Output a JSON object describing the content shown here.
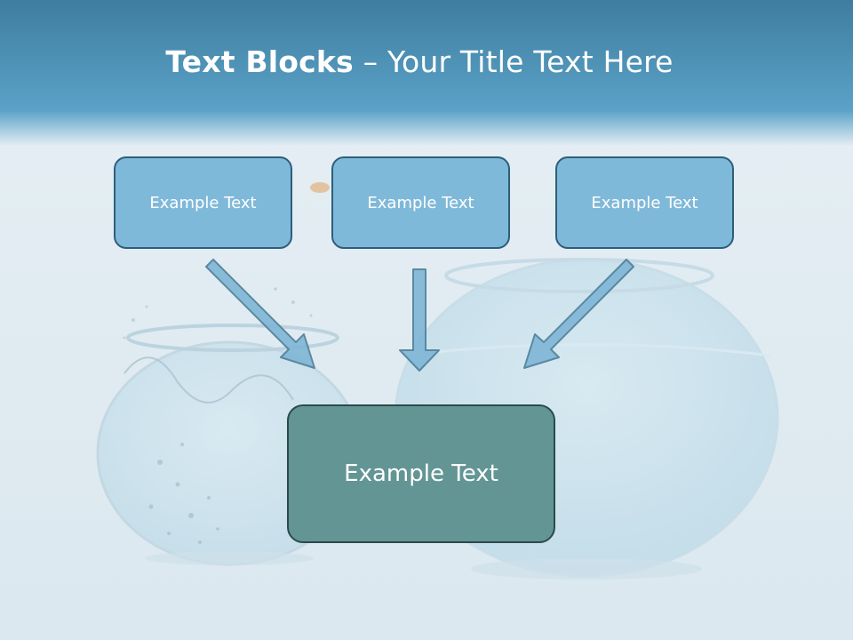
{
  "slide": {
    "title_bold": "Text Blocks",
    "title_dash": " – ",
    "title_rest": "Your Title Text Here",
    "blocks": [
      {
        "label": "Example Text"
      },
      {
        "label": "Example Text"
      },
      {
        "label": "Example Text"
      }
    ],
    "main_block": {
      "label": "Example Text"
    }
  },
  "colors": {
    "header": "#4f8fb5",
    "block_fill": "#7fb9d9",
    "block_border": "#2d5e7a",
    "main_fill": "#639595",
    "main_border": "#2b4a4a",
    "arrow_fill": "#7eb6d6",
    "arrow_stroke": "#4f7e98"
  }
}
